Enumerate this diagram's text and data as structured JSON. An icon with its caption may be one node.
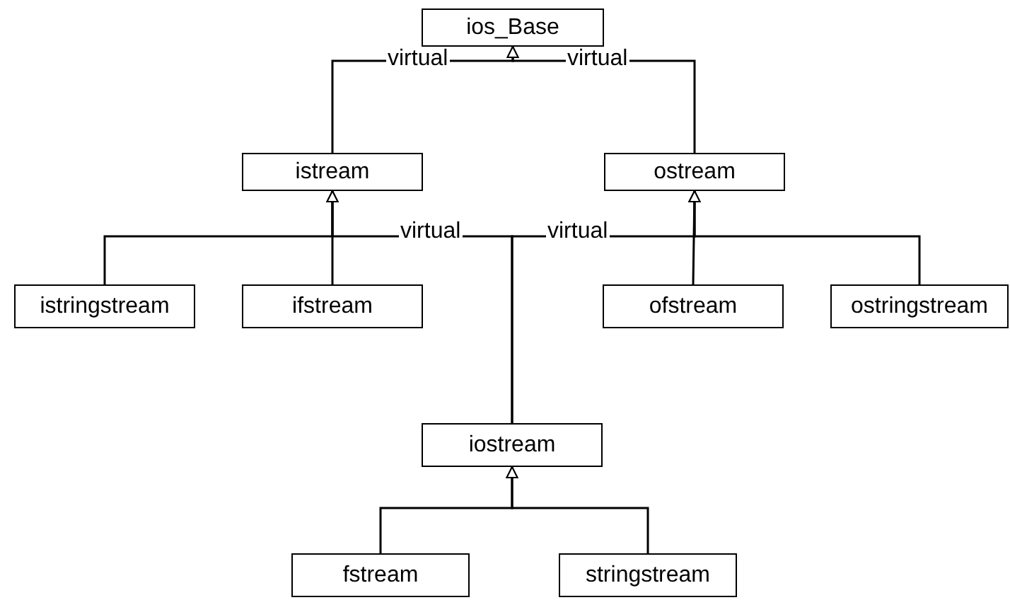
{
  "diagram": {
    "nodes": [
      {
        "text": [
          "ios_Base"
        ]
      },
      {
        "text": [
          "istream"
        ]
      },
      {
        "text": [
          "ostream"
        ]
      },
      {
        "text": [
          "istringstream"
        ]
      },
      {
        "text": [
          "ifstream"
        ]
      },
      {
        "text": [
          "ofstream"
        ]
      },
      {
        "text": [
          "ostringstream"
        ]
      },
      {
        "text": [
          "iostream"
        ]
      },
      {
        "text": [
          "fstream"
        ]
      },
      {
        "text": [
          "stringstream"
        ]
      }
    ],
    "edges": [
      {
        "from": 1,
        "to": 0,
        "arrow": "to",
        "label": "virtual"
      },
      {
        "from": 2,
        "to": 0,
        "arrow": "to",
        "label": "virtual"
      },
      {
        "from": 3,
        "to": 1,
        "arrow": "to"
      },
      {
        "from": 4,
        "to": 1,
        "arrow": "to"
      },
      {
        "from": 7,
        "to": 1,
        "arrow": "to",
        "label": "virtual"
      },
      {
        "from": 5,
        "to": 2,
        "arrow": "to"
      },
      {
        "from": 6,
        "to": 2,
        "arrow": "to"
      },
      {
        "from": 7,
        "to": 2,
        "arrow": "to",
        "label": "virtual"
      },
      {
        "from": 8,
        "to": 7,
        "arrow": "to"
      },
      {
        "from": 9,
        "to": 7,
        "arrow": "to"
      }
    ]
  }
}
